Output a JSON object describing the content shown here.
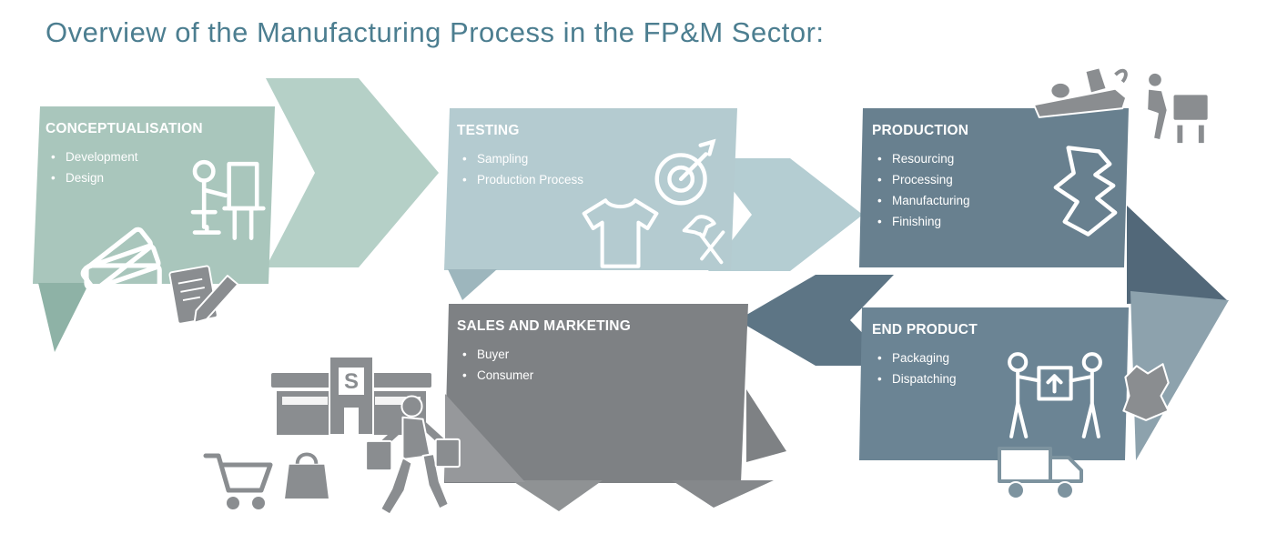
{
  "title": "Overview of the Manufacturing Process in the FP&M Sector:",
  "store_sign": "S",
  "stages": [
    {
      "id": "conceptualisation",
      "title": "CONCEPTUALISATION",
      "items": [
        "Development",
        "Design"
      ],
      "icons": [
        "swatches-icon",
        "designer-desk-icon",
        "pencil-document-icon"
      ],
      "color": "#a9c6bc"
    },
    {
      "id": "testing",
      "title": "TESTING",
      "items": [
        "Sampling",
        "Production Process"
      ],
      "icons": [
        "target-dart-icon",
        "tshirt-icon",
        "hammer-tools-icon"
      ],
      "color": "#b4cbd0"
    },
    {
      "id": "production",
      "title": "PRODUCTION",
      "items": [
        "Resourcing",
        "Processing",
        "Manufacturing",
        "Finishing"
      ],
      "icons": [
        "plane-tool-icon",
        "machine-operator-icon",
        "material-piece-icon"
      ],
      "color": "#68808f"
    },
    {
      "id": "end-product",
      "title": "END PRODUCT",
      "items": [
        "Packaging",
        "Dispatching"
      ],
      "icons": [
        "box-carriers-icon",
        "paper-bag-icon",
        "delivery-truck-icon"
      ],
      "color": "#6b8494"
    },
    {
      "id": "sales-and-marketing",
      "title": "SALES AND MARKETING",
      "items": [
        "Buyer",
        "Consumer"
      ],
      "icons": [
        "storefront-icon",
        "shopping-cart-icon",
        "shopping-bag-icon",
        "shopper-icon"
      ],
      "color": "#7e8184"
    }
  ],
  "flow": [
    "conceptualisation -> testing",
    "testing -> production",
    "production -> end-product",
    "end-product -> sales-and-marketing"
  ],
  "colors": {
    "title_text": "#4c7e90",
    "stage_text": "#ffffff",
    "arrow_concept_to_testing": "#b5d0c7",
    "arrow_testing_to_production": "#b4cdd2",
    "arrow_production_to_endproduct_dark": "#526879",
    "arrow_production_to_endproduct_light": "#8da2ad",
    "arrow_endproduct_to_sales": "#5d7585",
    "icon_grey": "#8a8d90",
    "background": "#ffffff"
  }
}
